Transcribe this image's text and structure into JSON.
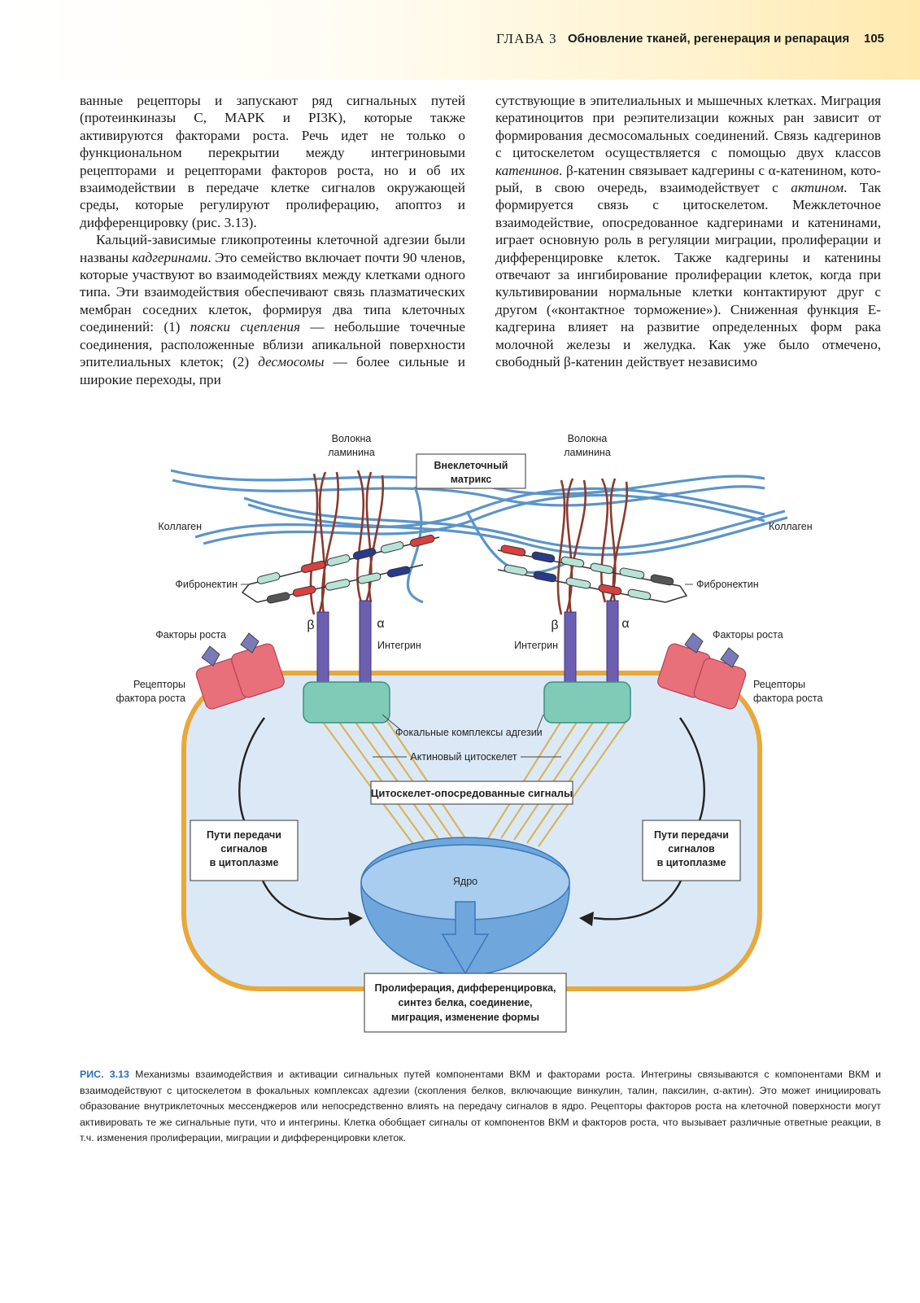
{
  "header": {
    "chapter": "ГЛАВА 3",
    "title": "Обновление тканей, регенерация и репарация",
    "page_number": "105"
  },
  "left_column": {
    "p1": "ванные рецепторы и запускают ряд сигнальных путей (протеинкиназы С, MAPK и PI3K), которые также активируются факторами роста. Речь идет не только о функциональном перекрытии между интегриновы­ми рецепторами и рецепторами факторов роста, но и об их взаимодействии в передаче клетке сигналов окружающей среды, которые регулируют пролифера­цию, апоптоз и дифференцировку (рис. 3.13).",
    "p2_a": "Кальций-зависимые гликопротеины клеточной ад­гезии были названы ",
    "p2_term1": "кадгеринами",
    "p2_b": ". Это семейство включает почти 90 членов, которые участвуют во взаимодействиях между клетками одного типа. Эти взаимодействия обеспечивают связь плазматических мембран соседних клеток, формируя два типа клеточ­ных соединений: (1) ",
    "p2_term2": "пояски сцепления",
    "p2_c": " — небольшие точечные соединения, расположенные вблизи апи­кальной поверхности эпителиальных клеток; (2) ",
    "p2_term3": "дес­мосомы",
    "p2_d": " — более сильные и широкие переходы, при­"
  },
  "right_column": {
    "a": "сутствующие в эпителиальных и мышечных клетках. Миграция кератиноцитов при реэпителизации кож­ных ран зависит от формирования десмосомальных соединений. Связь кадгеринов с цитоскелетом осу­ществляется с помощью двух классов ",
    "term1": "катенинов",
    "b": ". β-катенин связывает кадгерины с α-катенином, кото­рый, в свою очередь, взаимодействует с ",
    "term2": "актином",
    "c": ". Так формируется связь с цитоскелетом. Межклеточное взаимодействие, опосредованное кадгеринами и ка­тенинами, играет основную роль в регуляции ми­грации, пролиферации и дифференцировке клеток. Также кадгерины и катенины отвечают за ингибирова­ние пролиферации клеток, когда при культивирова­нии нормальные клетки контактируют друг с другом («контактное торможение»). Сниженная функция Е-кадгерина влияет на развитие определенных форм рака молочной железы и желудка. Как уже было от­мечено, свободный β-катенин действует независимо"
  },
  "figure": {
    "laminin_left": [
      "Волокна",
      "ламинина"
    ],
    "laminin_right": [
      "Волокна",
      "ламинина"
    ],
    "ecm_box": [
      "Внеклеточный",
      "матрикс"
    ],
    "collagen_left": "Коллаген",
    "collagen_right": "Коллаген",
    "fibronectin_left": "Фибронектин",
    "fibronectin_right": "Фибронектин",
    "beta": "β",
    "alpha": "α",
    "integrin_left": "Интегрин",
    "integrin_right": "Интегрин",
    "growth_factors_left": "Факторы роста",
    "growth_factors_right": "Факторы роста",
    "receptors_left": [
      "Рецепторы",
      "фактора роста"
    ],
    "receptors_right": [
      "Рецепторы",
      "фактора роста"
    ],
    "focal_adhesion": "Фокальные комплексы адгезии",
    "actin_cytoskeleton": "Актиновый цитоскелет",
    "cytoskeleton_signals": "Цитоскелет-опосредованные сигналы",
    "cytoplasm_paths_left": [
      "Пути передачи",
      "сигналов",
      "в цитоплазме"
    ],
    "cytoplasm_paths_right": [
      "Пути передачи",
      "сигналов",
      "в цитоплазме"
    ],
    "nucleus": "Ядро",
    "outcome": [
      "Пролиферация, дифференцировка,",
      "синтез белка, соединение,",
      "миграция, изменение формы"
    ],
    "colors": {
      "collagen": "#5b95c8",
      "laminin": "#8a3a2c",
      "integrin": "#6d5fb0",
      "focal_complex": "#7fcbb8",
      "cell_fill": "#dbe9f7",
      "cell_membrane": "#e8a83a",
      "receptor": "#e8707a",
      "nucleus": "#6fa7dd",
      "actin": "#d9b45a"
    }
  },
  "caption": {
    "label": "РИС. 3.13",
    "text": "Механизмы взаимодействия и активации сигнальных путей компонентами ВКМ и факторами роста. Интегрины связываются с компонентами ВКМ и взаимодействуют с цитоскелетом в фокальных комплексах адгезии (скопления белков, включающие винкулин, талин, паксилин, α-актин). Это может инициировать образование внутриклеточных мессенджеров или непосредственно влиять на передачу сигналов в ядро. Рецепторы факторов роста на клеточной поверхности могут активировать те же сигнальные пути, что и интегрины. Клетка обобщает сигналы от компонентов ВКМ и фак­торов роста, что вызывает различные ответные реакции, в т.ч. изменения пролиферации, миграции и дифференцировки клеток."
  }
}
